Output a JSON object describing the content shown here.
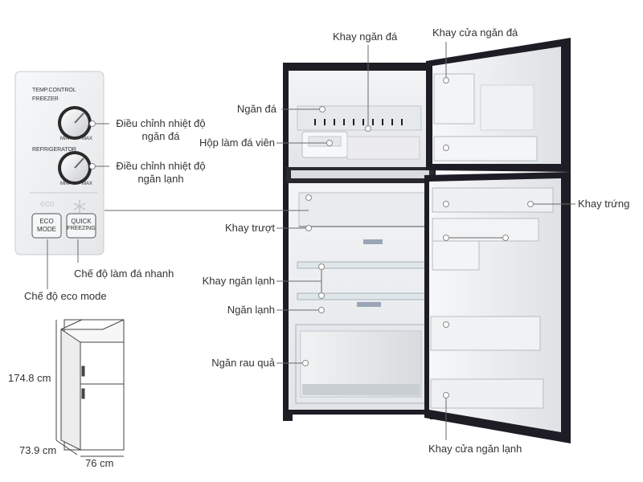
{
  "panel": {
    "temp_control": "TEMP.CONTROL",
    "freezer": "FREEZER",
    "refrigerator": "REFRIGERATOR",
    "min": "MIN",
    "max": "MAX",
    "eco_logo": "eco",
    "eco_btn_line1": "ECO",
    "eco_btn_line2": "MODE",
    "quick_btn_line1": "QUICK",
    "quick_btn_line2": "FREEZING"
  },
  "labels": {
    "khay_ngan_da": "Khay ngăn đá",
    "khay_cua_ngan_da": "Khay cửa ngăn đá",
    "ngan_da": "Ngăn đá",
    "hop_lam_da_vien": "Hộp làm đá viên",
    "khay_truot": "Khay trượt",
    "khay_ngan_lanh": "Khay ngăn lạnh",
    "ngan_lanh": "Ngăn lạnh",
    "ngan_rau_qua": "Ngăn rau quả",
    "khay_trung": "Khay trứng",
    "khay_cua_ngan_lanh": "Khay cửa ngăn lạnh",
    "dieu_chinh_ngan_da_1": "Điều chỉnh nhiệt độ",
    "dieu_chinh_ngan_da_2": "ngăn đá",
    "dieu_chinh_ngan_lanh_1": "Điều chỉnh nhiệt độ",
    "dieu_chinh_ngan_lanh_2": "ngăn lạnh",
    "che_do_lam_da_nhanh": "Chế độ làm đá nhanh",
    "che_do_eco_mode": "Chế độ eco mode"
  },
  "dimensions": {
    "height": "174.8 cm",
    "depth": "73.9 cm",
    "width": "76 cm"
  },
  "colors": {
    "fridge_body": "#1e1c24",
    "interior": "#eceef1",
    "shelf": "#dfe6ea",
    "callout_line": "#6a6a6a",
    "dot": "#ffffff",
    "panel_bg": "#f0f1f2"
  }
}
